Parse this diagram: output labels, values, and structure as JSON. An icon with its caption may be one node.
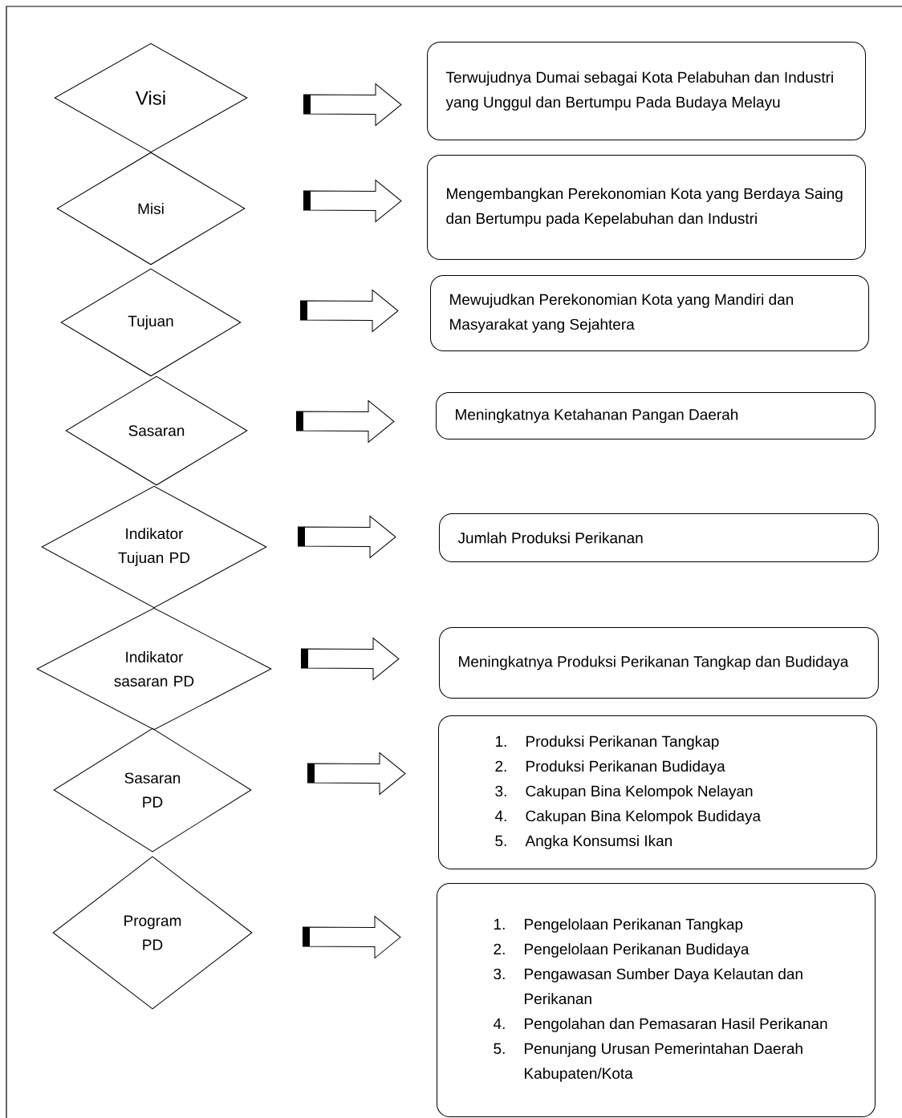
{
  "diagram": {
    "nodes": [
      {
        "text": [
          "Visi"
        ]
      },
      {
        "text": [
          "Misi"
        ]
      },
      {
        "text": [
          "Tujuan"
        ]
      },
      {
        "text": [
          "Sasaran"
        ]
      },
      {
        "text": [
          "Indikator Tujuan PD"
        ]
      },
      {
        "text": [
          "Indikator sasaran PD"
        ]
      },
      {
        "text": [
          "Sasaran PD"
        ]
      },
      {
        "text": [
          "Program PD"
        ]
      },
      {
        "text": [
          "Terwujudnya Dumai sebagai Kota Pelabuhan dan Industri yang Unggul dan Bertumpu Pada Budaya Melayu"
        ]
      },
      {
        "text": [
          "Mengembangkan Perekonomian Kota yang Berdaya Saing dan Bertumpu pada Kepelabuhan dan Industri"
        ]
      },
      {
        "text": [
          "Mewujudkan Perekonomian Kota yang Mandiri dan Masyarakat yang Sejahtera"
        ]
      },
      {
        "text": [
          "Meningkatnya Ketahanan Pangan Daerah"
        ]
      },
      {
        "text": [
          "Jumlah Produksi Perikanan"
        ]
      },
      {
        "text": [
          "Meningkatnya Produksi Perikanan Tangkap dan Budidaya"
        ]
      },
      {
        "text": [
          "1.",
          "Produksi Perikanan Tangkap",
          "2.",
          "Produksi Perikanan Budidaya",
          "3.",
          "Cakupan Bina Kelompok Nelayan",
          "4.",
          "Cakupan Bina Kelompok Budidaya",
          "5.",
          "Angka Konsumsi Ikan"
        ]
      },
      {
        "text": [
          "1.",
          "Pengelolaan Perikanan Tangkap",
          "2.",
          "Pengelolaan Perikanan Budidaya",
          "3.",
          "Pengawasan Sumber Daya Kelautan dan Perikanan",
          "4.",
          "Pengolahan dan Pemasaran Hasil Perikanan",
          "5.",
          "Penunjang Urusan Pemerintahan Daerah Kabupaten/Kota"
        ]
      }
    ],
    "edges": [
      {
        "from": 0,
        "to": 8,
        "arrow": "to"
      },
      {
        "from": 1,
        "to": 9,
        "arrow": "to"
      },
      {
        "from": 2,
        "to": 10,
        "arrow": "to"
      },
      {
        "from": 3,
        "to": 11,
        "arrow": "to"
      },
      {
        "from": 4,
        "to": 12,
        "arrow": "to"
      },
      {
        "from": 5,
        "to": 13,
        "arrow": "to"
      },
      {
        "from": 6,
        "to": 14,
        "arrow": "to"
      },
      {
        "from": 7,
        "to": 15,
        "arrow": "to"
      }
    ]
  }
}
